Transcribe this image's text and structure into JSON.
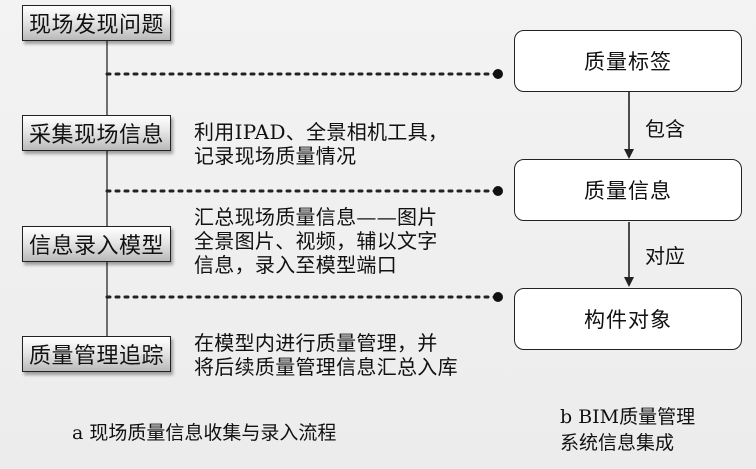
{
  "left_flow": {
    "steps": [
      {
        "label": "现场发现问题"
      },
      {
        "label": "采集现场信息",
        "desc": [
          "利用IPAD、全景相机工具，",
          "记录现场质量情况"
        ]
      },
      {
        "label": "信息录入模型",
        "desc": [
          "汇总现场质量信息——图片",
          "全景图片、视频，辅以文字",
          "信息，录入至模型端口"
        ]
      },
      {
        "label": "质量管理追踪",
        "desc": [
          "在模型内进行质量管理，并",
          "将后续质量管理信息汇总入库"
        ]
      }
    ],
    "caption": "a  现场质量信息收集与录入流程"
  },
  "right_flow": {
    "boxes": [
      "质量标签",
      "质量信息",
      "构件对象"
    ],
    "arrow_labels": [
      "包含",
      "对应"
    ],
    "caption": [
      "b  BIM质量管理",
      "系统信息集成"
    ]
  }
}
